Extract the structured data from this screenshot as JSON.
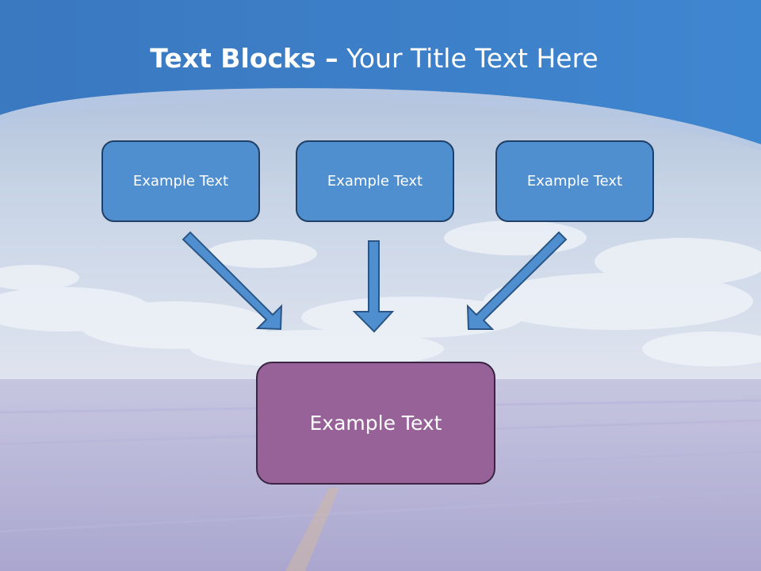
{
  "slide": {
    "title_bold": "Text Blocks",
    "title_dash": " –",
    "title_rest": " Your Title Text Here"
  },
  "top_blocks": [
    {
      "label": "Example Text"
    },
    {
      "label": "Example Text"
    },
    {
      "label": "Example Text"
    }
  ],
  "bottom_block": {
    "label": "Example Text"
  },
  "colors": {
    "header_blue": "#3f7fc4",
    "block_blue": "#4f8fd0",
    "block_purple": "#966298",
    "lavender": "#a9a6cf"
  }
}
